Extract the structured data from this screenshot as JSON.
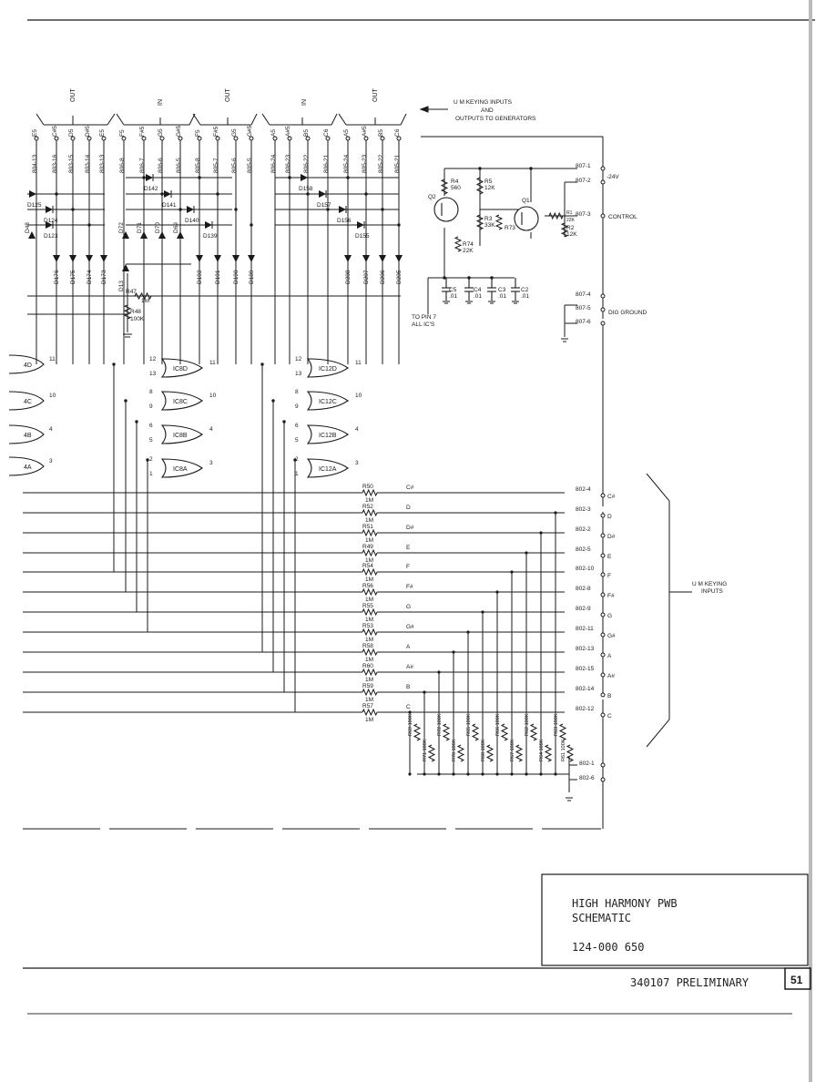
{
  "top_labels": {
    "out_1": "OUT",
    "in_1": "IN",
    "out_2": "OUT",
    "in_2": "IN",
    "out_3": "OUT"
  },
  "um_keying_note": {
    "line1": "U M KEYING INPUTS",
    "line2": "AND",
    "line3": "OUTPUTS TO GENERATORS"
  },
  "pin_headers": [
    "804-13",
    "803-16",
    "803-15",
    "803-14",
    "803-13",
    "806-8",
    "806-7",
    "806-6",
    "806-5",
    "805-8",
    "805-7",
    "805-6",
    "805-5",
    "806-24",
    "806-23",
    "806-22",
    "806-21",
    "805-24",
    "805-23",
    "805-22",
    "805-21"
  ],
  "pin_notes": [
    "E5",
    "C#5",
    "D5",
    "D#5",
    "E5",
    "F5",
    "F#5",
    "G5",
    "G#5",
    "F5",
    "F#5",
    "G5",
    "G#5",
    "A5",
    "A#5",
    "B5",
    "C6",
    "A5",
    "A#5",
    "B5",
    "C6"
  ],
  "diodes_upper": [
    "D125",
    "D124",
    "D123",
    "D142",
    "D141",
    "D140",
    "D139",
    "D158",
    "D157",
    "D156",
    "D155"
  ],
  "diodes_vertical": [
    "D48",
    "D72",
    "D71",
    "D70",
    "D69",
    "D13"
  ],
  "diodes_out": [
    "D176",
    "D175",
    "D174",
    "D173",
    "D192",
    "D191",
    "D190",
    "D189",
    "D208",
    "D207",
    "D206",
    "D205"
  ],
  "resistors_mid": {
    "r47": "R47",
    "r47v": "1M",
    "r48": "R48",
    "r48v": "100K"
  },
  "power": {
    "q2": "Q2",
    "q1": "Q1",
    "r4": "R4",
    "r4v": "560",
    "r5": "R5",
    "r5v": "12K",
    "r3": "R3",
    "r3v": "33K",
    "r73": "R73",
    "r74": "R74",
    "r74v": "22K",
    "r2": "R2",
    "r2v": "12K",
    "r1": "R1",
    "r1v": "22K",
    "c5": "C5",
    "c4": "C4",
    "c3": "C3",
    "c2": "C2",
    "cval": ".01",
    "to_pin": "TO PIN 7",
    "all_ics": "ALL IC'S",
    "p807_1": "807-1",
    "p807_2": "807-2",
    "p807_3": "807-3",
    "p807_4": "807-4",
    "p807_5": "807-5",
    "p807_6": "807-6",
    "v24": "-24V",
    "control": "CONTROL",
    "dig_ground": "DIG GROUND"
  },
  "gates": [
    "4D",
    "4C",
    "4B",
    "4A",
    "IC8D",
    "IC8C",
    "IC8B",
    "IC8A",
    "IC12D",
    "IC12C",
    "IC12B",
    "IC12A"
  ],
  "gate_pins": {
    "p11": "11",
    "p10": "10",
    "p4": "4",
    "p3": "3",
    "p12": "12",
    "p13": "13",
    "p8": "8",
    "p9": "9",
    "p6": "6",
    "p5": "5",
    "p2": "2",
    "p1": "1"
  },
  "key_rows": [
    {
      "r": "R50",
      "note": "C#",
      "pin": "802-4",
      "pnote": "C#"
    },
    {
      "r": "R52",
      "note": "D",
      "pin": "802-3",
      "pnote": "D"
    },
    {
      "r": "R51",
      "note": "D#",
      "pin": "802-2",
      "pnote": "D#"
    },
    {
      "r": "R49",
      "note": "E",
      "pin": "802-5",
      "pnote": "E"
    },
    {
      "r": "R54",
      "note": "F",
      "pin": "802-10",
      "pnote": "F"
    },
    {
      "r": "R56",
      "note": "F#",
      "pin": "802-8",
      "pnote": "F#"
    },
    {
      "r": "R55",
      "note": "G",
      "pin": "802-9",
      "pnote": "G"
    },
    {
      "r": "R53",
      "note": "G#",
      "pin": "802-11",
      "pnote": "G#"
    },
    {
      "r": "R58",
      "note": "A",
      "pin": "802-13",
      "pnote": "A"
    },
    {
      "r": "R60",
      "note": "A#",
      "pin": "802-15",
      "pnote": "A#"
    },
    {
      "r": "R59",
      "note": "B",
      "pin": "802-14",
      "pnote": "B"
    },
    {
      "r": "R57",
      "note": "C",
      "pin": "802-12",
      "pnote": "C"
    }
  ],
  "res_value_1m": "1M",
  "pulldowns": [
    "R69",
    "R71",
    "R72",
    "R70",
    "R65",
    "R68",
    "R66",
    "R67",
    "R62",
    "R64",
    "R63",
    "R61"
  ],
  "pulldown_value": "100K",
  "bottom_pins": {
    "a": "802-1",
    "b": "802-6"
  },
  "um_inputs": {
    "line1": "U M KEYING",
    "line2": "INPUTS"
  },
  "title_block": {
    "line1": "HIGH HARMONY PWB",
    "line2": "SCHEMATIC",
    "part": "124-000 650"
  },
  "footer": {
    "doc": "340107 PRELIMINARY",
    "page": "51"
  }
}
